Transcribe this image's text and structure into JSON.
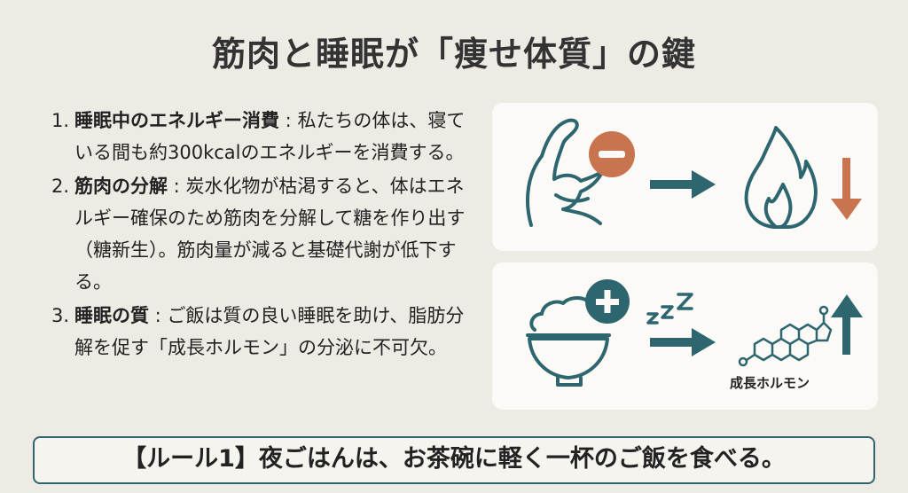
{
  "title": "筋肉と睡眠が「痩せ体質」の鍵",
  "points": [
    {
      "number": "1.",
      "heading": "睡眠中のエネルギー消費",
      "separator": " : ",
      "text": "私たちの体は、寝ている間も約300kcalのエネルギーを消費する。"
    },
    {
      "number": "2.",
      "heading": "筋肉の分解",
      "separator": " : ",
      "text": "炭水化物が枯渇すると、体はエネルギー確保のため筋肉を分解して糖を作り出す（糖新生）。筋肉量が減ると基礎代謝が低下する。"
    },
    {
      "number": "3.",
      "heading": "睡眠の質",
      "separator": " : ",
      "text": "ご飯は質の良い睡眠を助け、脂肪分解を促す「成長ホルモン」の分泌に不可欠。"
    }
  ],
  "diagram_top": {
    "icons": [
      "muscle-icon",
      "minus-icon",
      "arrow-right-icon",
      "flame-icon",
      "arrow-down-icon"
    ]
  },
  "diagram_bottom": {
    "icons": [
      "rice-bowl-icon",
      "plus-icon",
      "sleep-zzz-icon",
      "arrow-right-icon",
      "steroid-molecule-icon",
      "arrow-up-icon"
    ],
    "label": "成長ホルモン"
  },
  "rule": "【ルール1】夜ごはんは、お茶碗に軽く一杯のご飯を食べる。",
  "colors": {
    "teal": "#2e6670",
    "orange": "#c8744e",
    "background": "#eeebe4"
  }
}
